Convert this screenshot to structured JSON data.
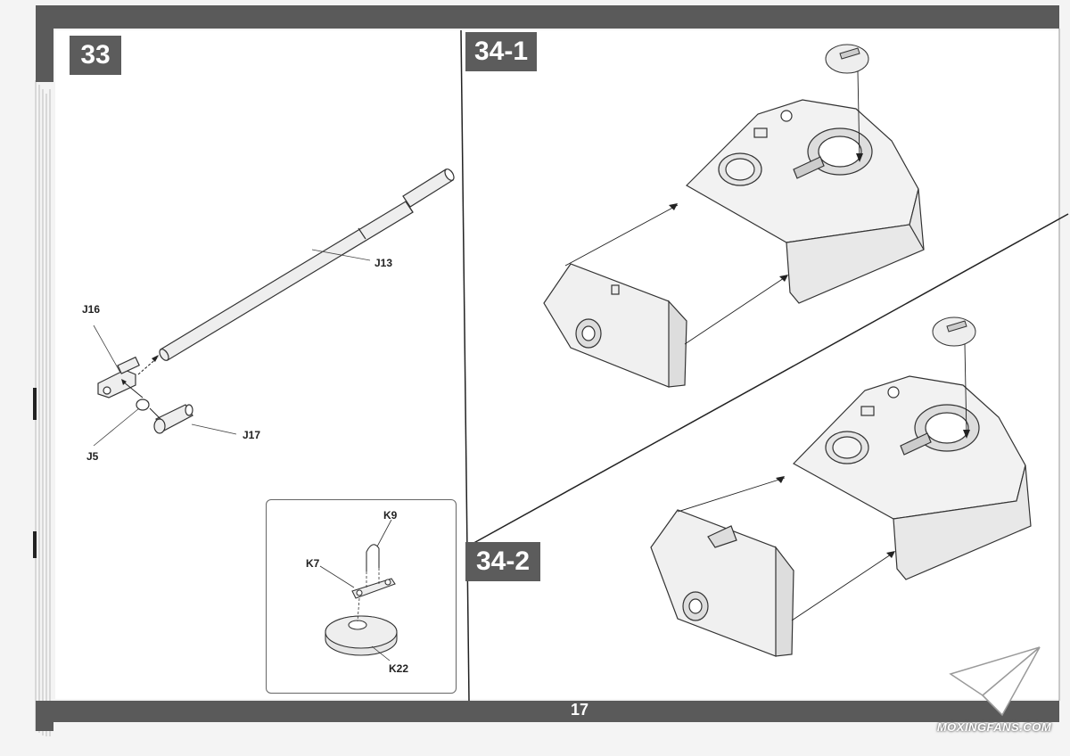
{
  "steps": {
    "s33": "33",
    "s34_1": "34-1",
    "s34_2": "34-2"
  },
  "parts": {
    "j13": "J13",
    "j16": "J16",
    "j5": "J5",
    "j17": "J17",
    "k9": "K9",
    "k7": "K7",
    "k22": "K22"
  },
  "page_number": "17",
  "watermark": "MOXINGFANS.COM",
  "colors": {
    "banner": "#5c5c5c",
    "line_art": "#333333",
    "part_fill": "#eeeeee"
  }
}
